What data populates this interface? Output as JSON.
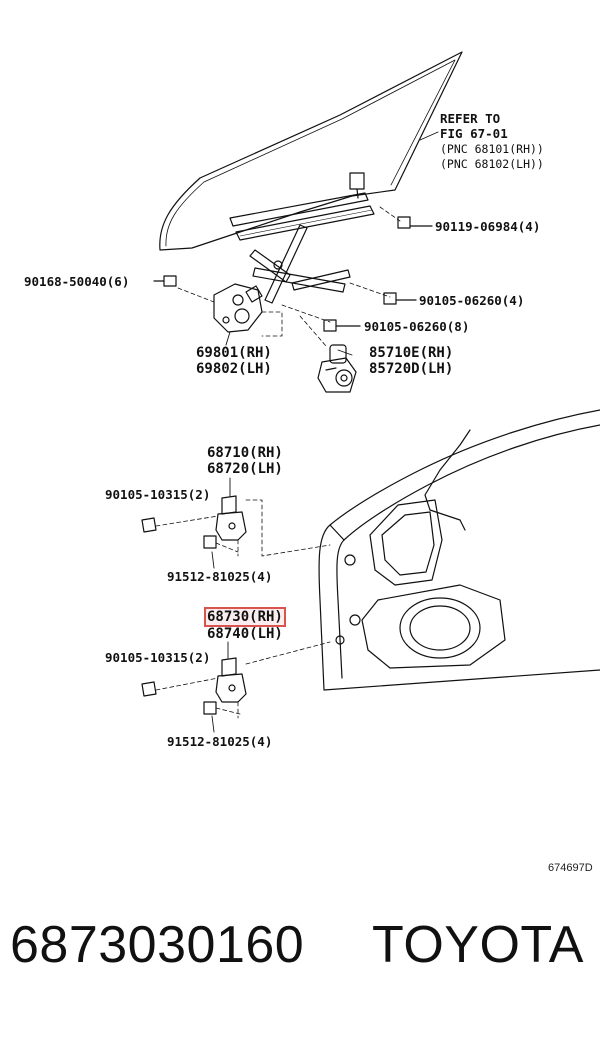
{
  "callouts": {
    "refer_line1": "REFER TO",
    "refer_line2": "FIG 67-01",
    "refer_line3": "(PNC 68101(RH))",
    "refer_line4": "(PNC 68102(LH))",
    "p_90119": "90119-06984(4)",
    "p_90168": "90168-50040(6)",
    "p_90105_4": "90105-06260(4)",
    "p_90105_8": "90105-06260(8)",
    "p_69801": "69801(RH)",
    "p_69802": "69802(LH)",
    "p_85710": "85710E(RH)",
    "p_85720": "85720D(LH)",
    "p_68710": "68710(RH)",
    "p_68720": "68720(LH)",
    "p_90105_10315_a": "90105-10315(2)",
    "p_91512_a": "91512-81025(4)",
    "p_68730": "68730(RH)",
    "p_68740": "68740(LH)",
    "p_90105_10315_b": "90105-10315(2)",
    "p_91512_b": "91512-81025(4)"
  },
  "figure_code": "674697D",
  "footer": {
    "part_number": "6873030160",
    "brand": "TOYOTA"
  },
  "colors": {
    "highlight": "#d9534f",
    "line": "#111111"
  }
}
